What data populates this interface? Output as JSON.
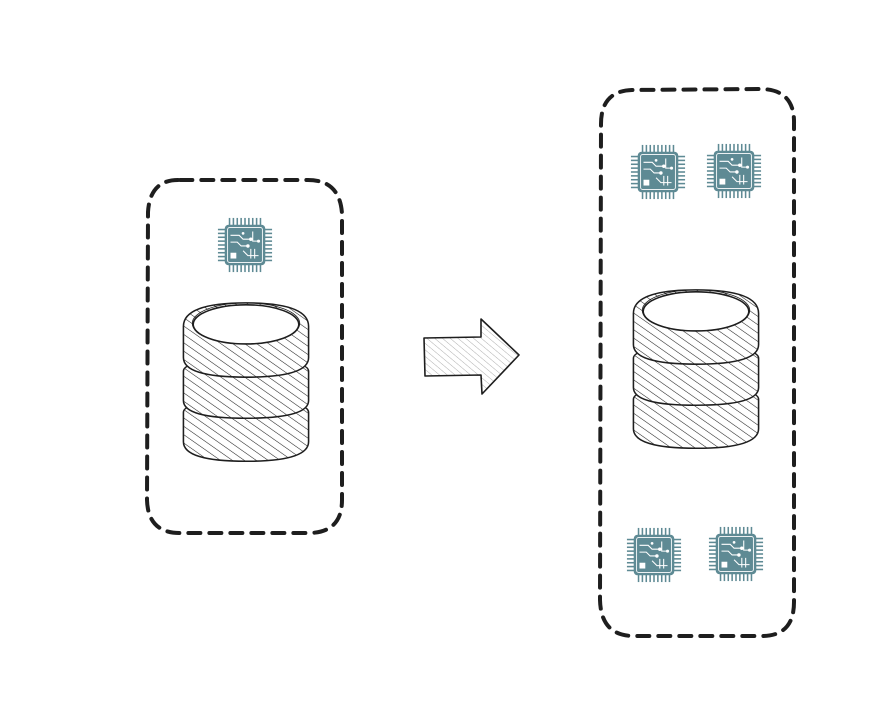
{
  "diagram": {
    "description_text": "",
    "colors": {
      "stroke": "#1e1e1e",
      "chip_body": "#5e8a94",
      "chip_circuit": "#ffffff",
      "arrow_fill": "#e9e9e9",
      "hatch": "#1e1e1e"
    },
    "before": {
      "container": "dashed-rounded-box",
      "processors": 1,
      "database": "stacked-3-disk-database"
    },
    "transition": {
      "icon": "right-arrow-icon"
    },
    "after": {
      "container": "dashed-rounded-box",
      "processors": 4,
      "database": "stacked-3-disk-database"
    },
    "icons": [
      "cpu-chip-icon",
      "database-icon",
      "right-arrow-icon"
    ]
  }
}
